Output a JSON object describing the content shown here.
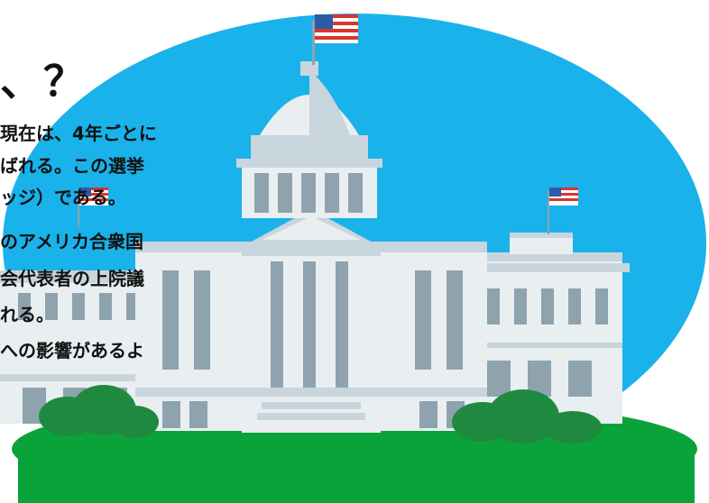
{
  "slide": {
    "title_fragment": "、？",
    "body_lines": [
      "現在は、4年ごとに",
      "ばれる。この選挙",
      "ッジ）である。",
      "のアメリカ合衆国",
      "会代表者の上院議",
      "れる。",
      "への影響があるよ"
    ]
  },
  "illustration": {
    "subject": "capitol-building",
    "colors": {
      "sky": "#19b2ea",
      "grass": "#0aa33a",
      "building_light": "#e9eef1",
      "building_mid": "#c9d5dc",
      "building_dark": "#8ea3ae",
      "window_dark": "#5d7482",
      "bush": "#1f8a3f",
      "flag_red": "#d8352f",
      "flag_blue": "#2c5ca8"
    }
  }
}
